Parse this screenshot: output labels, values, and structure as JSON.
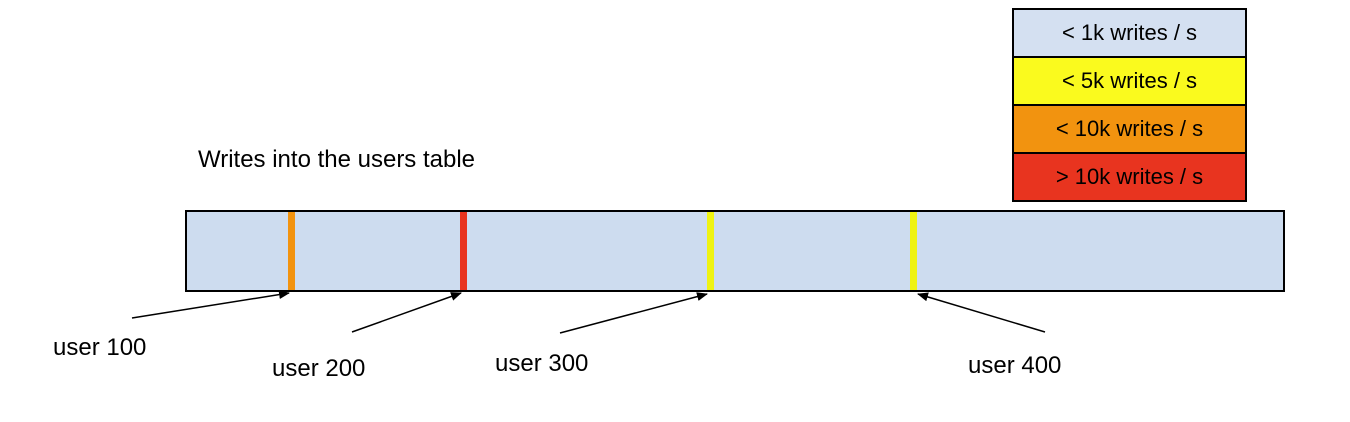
{
  "title": "Writes into the users table",
  "legend": {
    "items": [
      {
        "label": "< 1k writes / s",
        "color": "#d4e0f1"
      },
      {
        "label": "< 5k writes / s",
        "color": "#fafa1e"
      },
      {
        "label": "< 10k writes / s",
        "color": "#f2930f"
      },
      {
        "label": "> 10k writes / s",
        "color": "#e8341f"
      }
    ]
  },
  "bar": {
    "fill": "#cddcef",
    "border_color": "#000000"
  },
  "markers": [
    {
      "label": "user 100",
      "color": "#f2930f",
      "position_pct": 9.5
    },
    {
      "label": "user 200",
      "color": "#e8341f",
      "position_pct": 25
    },
    {
      "label": "user 300",
      "color": "#eff312",
      "position_pct": 47.5
    },
    {
      "label": "user 400",
      "color": "#eff312",
      "position_pct": 66
    }
  ]
}
